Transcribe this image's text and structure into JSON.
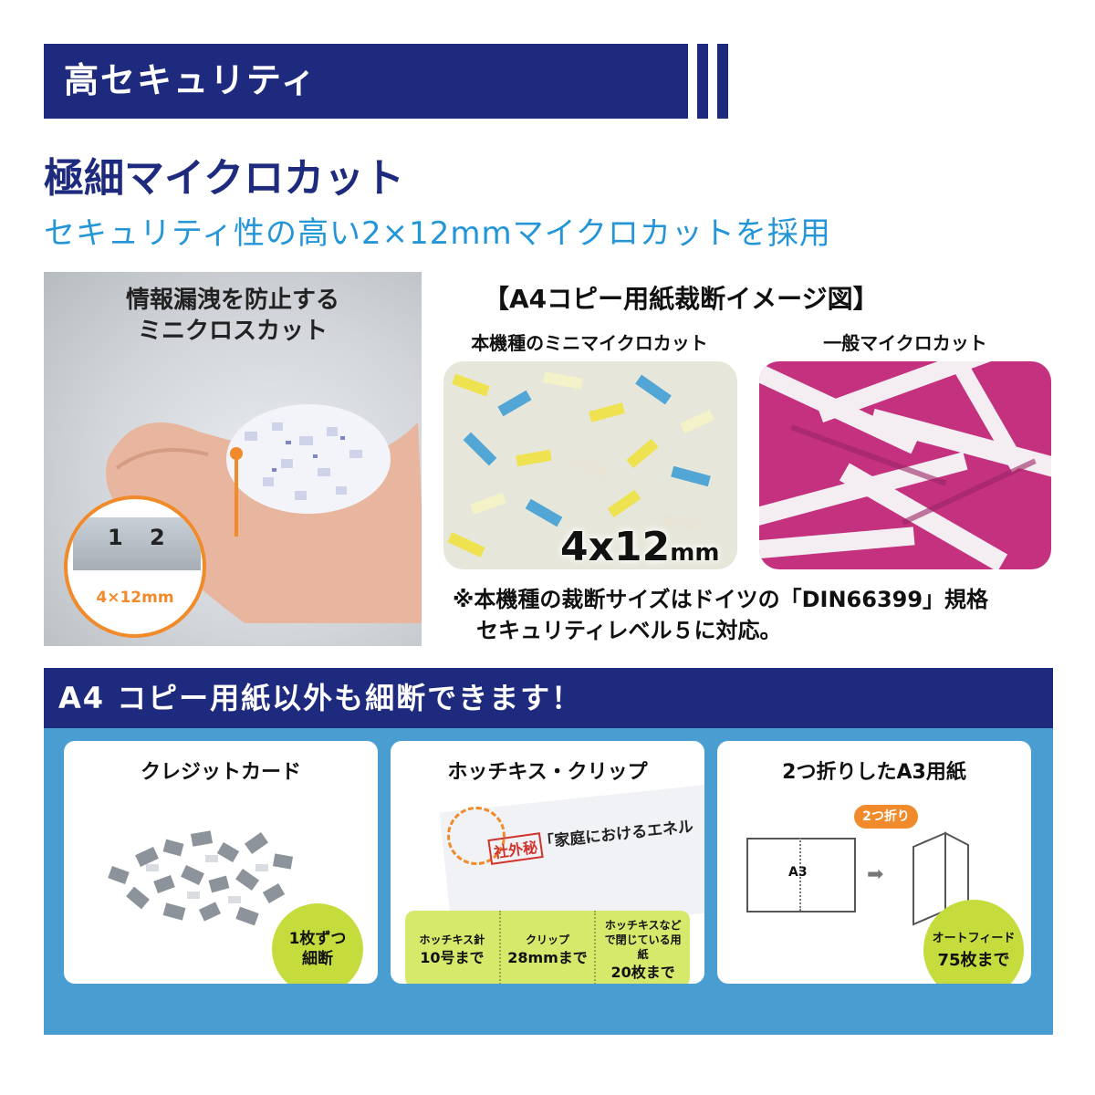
{
  "header": {
    "title": "高セキュリティ"
  },
  "section": {
    "title": "極細マイクロカット",
    "subtitle": "セキュリティ性の高い2×12mmマイクロカットを採用"
  },
  "photo": {
    "caption_line1": "情報漏洩を防止する",
    "caption_line2": "ミニクロスカット",
    "ruler_num1": "1",
    "ruler_num2": "2",
    "size_label": "4×12mm"
  },
  "comparison": {
    "title": "【A4コピー用紙裁断イメージ図】",
    "left_label": "本機種のミニマイクロカット",
    "right_label": "一般マイクロカット",
    "size_value": "4x12",
    "size_unit": "mm",
    "note_line1": "※本機種の裁断サイズはドイツの「DIN66399」規格",
    "note_line2": "セキュリティレベル５に対応。"
  },
  "bottom": {
    "banner": "A4 コピー用紙以外も細断できます！",
    "card1": {
      "title": "クレジットカード",
      "badge_line1": "1枚ずつ",
      "badge_line2": "細断"
    },
    "card2": {
      "title": "ホッチキス・クリップ",
      "doc_stamp": "社外秘",
      "doc_title": "「家庭におけるエネル",
      "cells": [
        {
          "label": "ホッチキス針",
          "value": "10号まで"
        },
        {
          "label": "クリップ",
          "value": "28mmまで"
        },
        {
          "label": "ホッチキスなどで閉じている用紙",
          "value": "20枚まで"
        }
      ]
    },
    "card3": {
      "title": "2つ折りしたA3用紙",
      "a3_label": "A3",
      "fold_bubble": "2つ折り",
      "badge_line1": "オートフィード",
      "badge_line2": "75枚まで"
    }
  },
  "colors": {
    "navy": "#1e2a7d",
    "accent_blue": "#2496d8",
    "orange": "#f08a2a",
    "lime": "#c5dc3c"
  }
}
